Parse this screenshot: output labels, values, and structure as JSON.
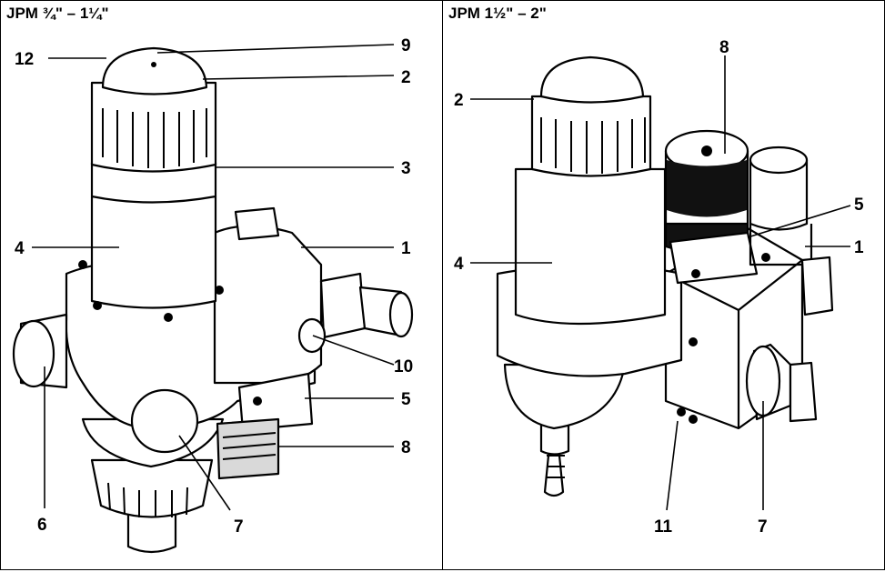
{
  "panels": [
    {
      "title": "JPM ¾\" – 1¼\"",
      "callouts": [
        "12",
        "9",
        "2",
        "3",
        "4",
        "1",
        "10",
        "5",
        "8",
        "6",
        "7"
      ]
    },
    {
      "title": "JPM 1½\" – 2\"",
      "callouts": [
        "8",
        "2",
        "5",
        "4",
        "1",
        "11",
        "7"
      ]
    }
  ],
  "colors": {
    "line": "#000000",
    "fill": "#ffffff",
    "shade": "#d9d9d9",
    "dark": "#111111"
  }
}
